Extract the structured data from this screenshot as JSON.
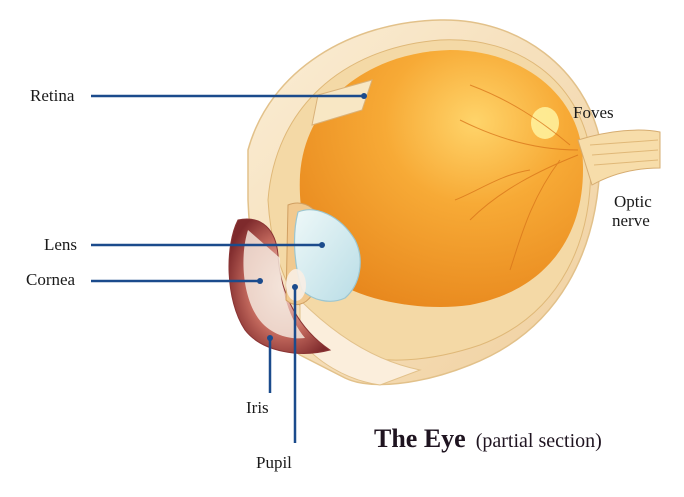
{
  "diagram": {
    "title": "The Eye",
    "subtitle": "(partial section)",
    "labels": {
      "retina": "Retina",
      "foves": "Foves",
      "optic": "Optic",
      "nerve": "nerve",
      "lens": "Lens",
      "cornea": "Cornea",
      "iris": "Iris",
      "pupil": "Pupil"
    },
    "colors": {
      "leader_line": "#1b4b8c",
      "eyeball_orange": "#f4a12c",
      "outer_shell": "#f6dcae",
      "lens_blue": "#d3e9ee",
      "iris_maroon": "#9b3a3a"
    }
  }
}
